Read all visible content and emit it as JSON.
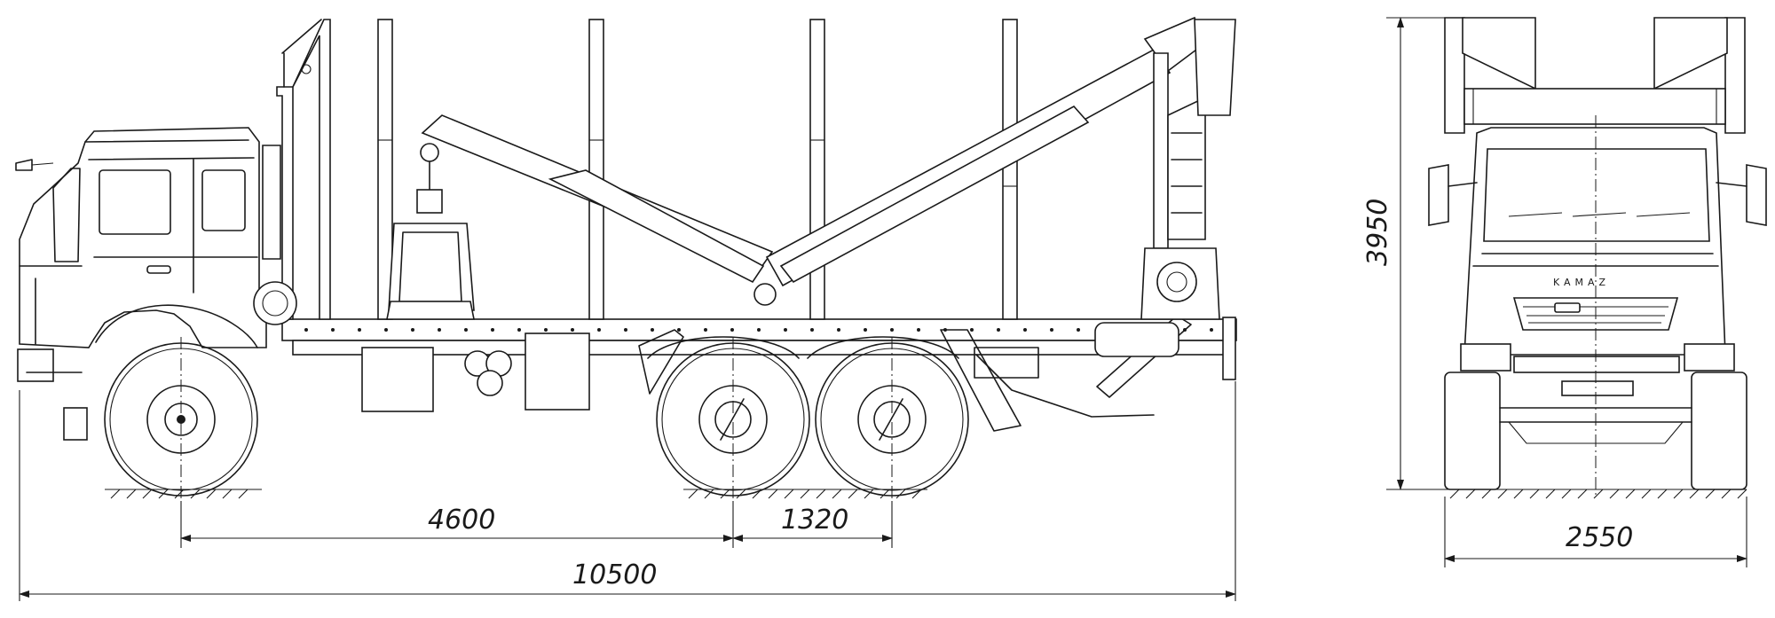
{
  "dimensions": {
    "wheelbase_front": "4600",
    "wheelbase_rear": "1320",
    "overall_length": "10500",
    "overall_height": "3950",
    "overall_width": "2550"
  },
  "front_view": {
    "brand_text": "KAMAZ"
  }
}
